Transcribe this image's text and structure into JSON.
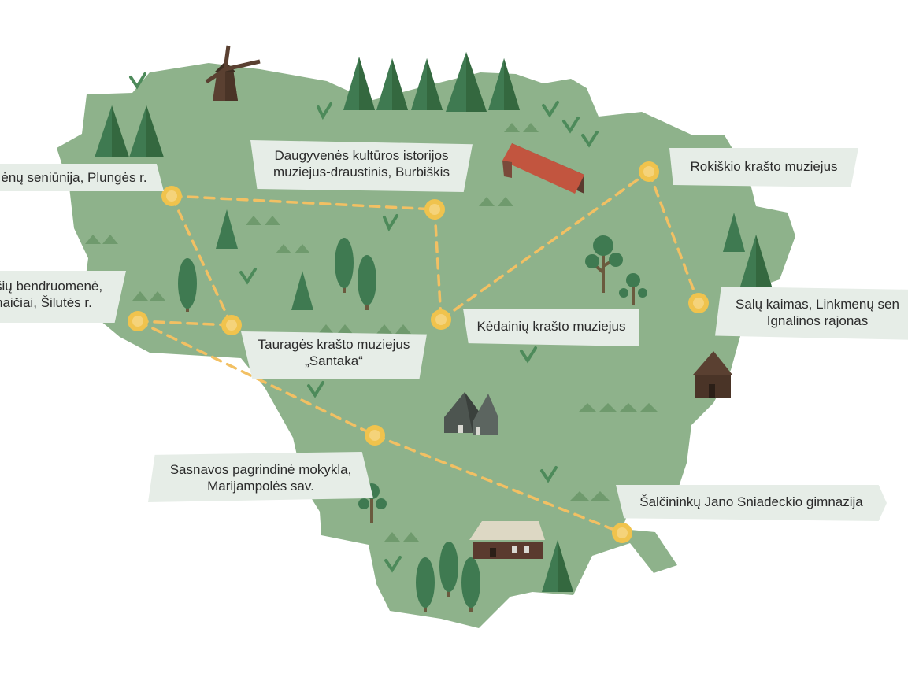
{
  "colors": {
    "land": "#8eb28b",
    "land_edge": "#7fa57c",
    "route": "#f2c063",
    "marker": "#f0c34d",
    "label_bg": "#e6ede7",
    "tree": "#3f7a51",
    "tree_dark": "#34683f",
    "trunk": "#6a5a3e",
    "building_roof": "#c2553f",
    "windmill": "#5a4031"
  },
  "locations": [
    {
      "id": "plunge",
      "lines": [
        "ėnų seniūnija, Plungės r."
      ]
    },
    {
      "id": "burbiskis",
      "lines": [
        "Daugyvenės kultūros istorijos",
        "muziejus-draustinis, Burbiškis"
      ]
    },
    {
      "id": "rokiskis",
      "lines": [
        "Rokiškio krašto muziejus"
      ]
    },
    {
      "id": "silute",
      "lines": [
        "šių bendruomenė,",
        "naičiai, Šilutės r."
      ]
    },
    {
      "id": "kedainiai",
      "lines": [
        "Kėdainių krašto muziejus"
      ]
    },
    {
      "id": "salu",
      "lines": [
        "Salų kaimas, Linkmenų sen",
        "Ignalinos rajonas"
      ]
    },
    {
      "id": "taurage",
      "lines": [
        "Tauragės krašto muziejus",
        "„Santaka“"
      ]
    },
    {
      "id": "sasnava",
      "lines": [
        "Sasnavos pagrindinė mokykla,",
        "Marijampolės sav."
      ]
    },
    {
      "id": "salcininkai",
      "lines": [
        "Šalčininkų Jano Sniadeckio gimnazija"
      ]
    }
  ],
  "icons": {
    "marker": "location-marker-icon",
    "windmill": "windmill-icon",
    "tree": "fir-tree-icon",
    "round_tree": "round-tree-icon",
    "house": "farmhouse-icon",
    "hut": "hut-icon",
    "church": "church-icon",
    "grass": "grass-icon",
    "hill": "hill-icon"
  }
}
